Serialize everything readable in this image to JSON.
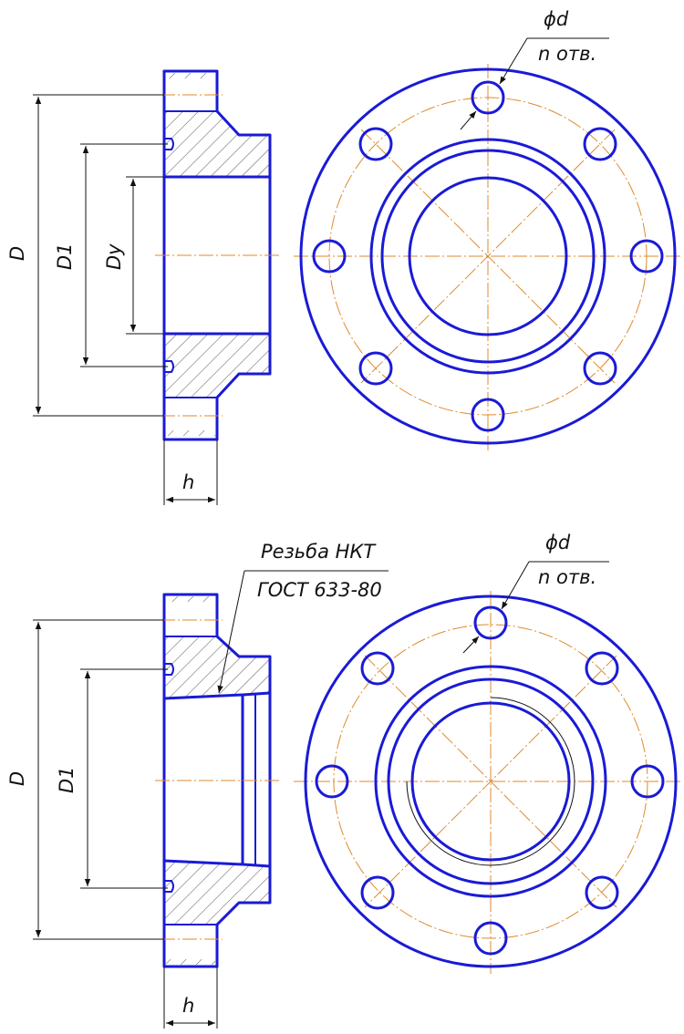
{
  "top_view": {
    "label_hole": "ϕd",
    "label_count": "n отв.",
    "label_D": "D",
    "label_D1": "D1",
    "label_Dy": "Dy",
    "label_h": "h"
  },
  "bottom_view": {
    "label_thread_1": "Резьба НКТ",
    "label_thread_2": "ГОСТ 633-80",
    "label_hole": "ϕd",
    "label_count": "n отв.",
    "label_D": "D",
    "label_D1": "D1",
    "label_h": "h"
  },
  "colors": {
    "outline": "#1a1ad6",
    "centerline": "#e08a2c",
    "dimension": "#111111"
  }
}
